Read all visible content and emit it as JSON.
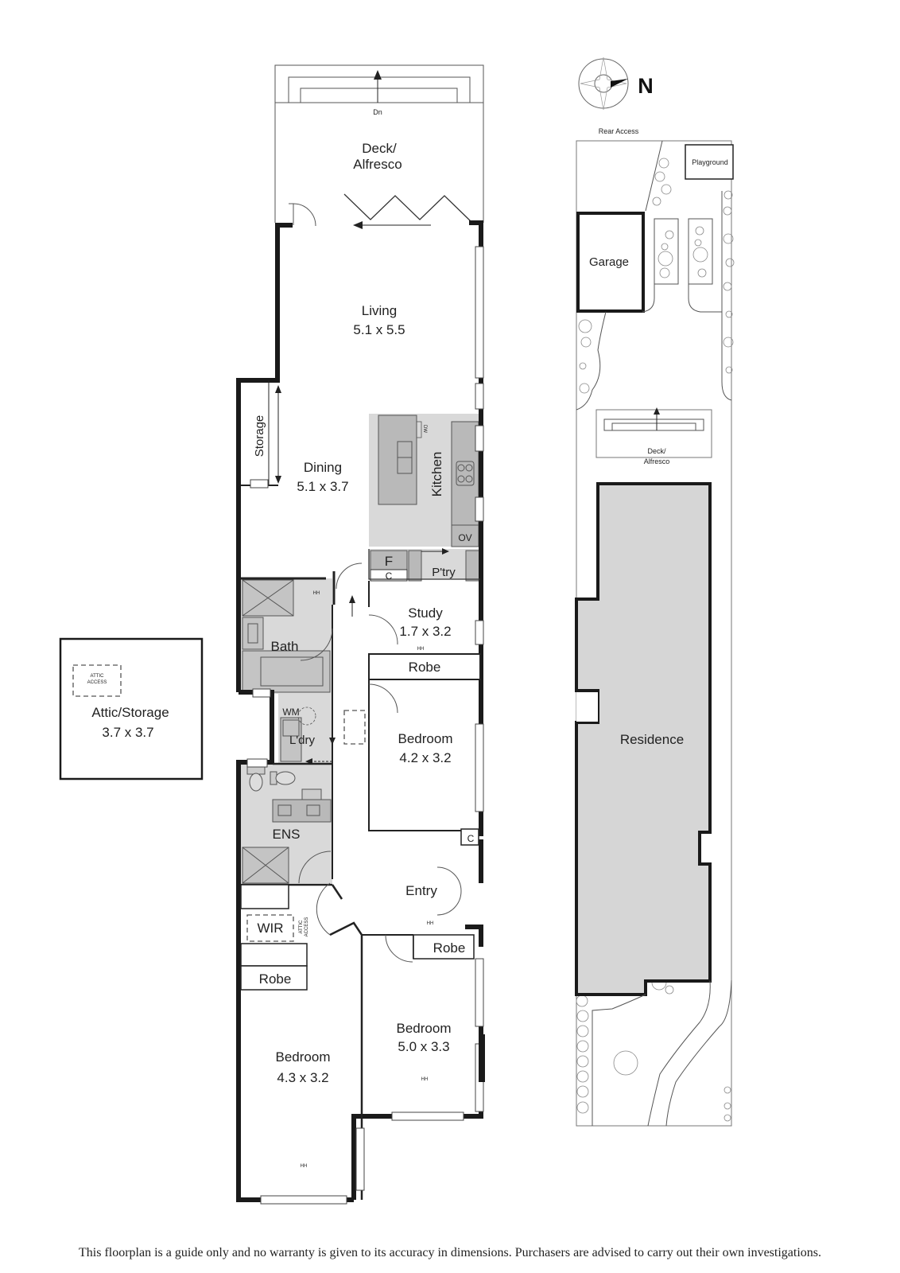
{
  "floorplan": {
    "rooms": [
      {
        "id": "deck",
        "name": "Deck/",
        "name2": "Alfresco",
        "dims": ""
      },
      {
        "id": "living",
        "name": "Living",
        "dims": "5.1 x 5.5"
      },
      {
        "id": "storage",
        "name": "Storage",
        "dims": ""
      },
      {
        "id": "dining",
        "name": "Dining",
        "dims": "5.1 x 3.7"
      },
      {
        "id": "kitchen",
        "name": "Kitchen",
        "dims": ""
      },
      {
        "id": "pantry",
        "name": "P'try",
        "dims": ""
      },
      {
        "id": "fridge",
        "name": "F",
        "dims": ""
      },
      {
        "id": "cupboard1",
        "name": "C",
        "dims": ""
      },
      {
        "id": "oven",
        "name": "OV",
        "dims": ""
      },
      {
        "id": "dishwasher",
        "name": "DW",
        "dims": ""
      },
      {
        "id": "study",
        "name": "Study",
        "dims": "1.7 x 3.2"
      },
      {
        "id": "bath",
        "name": "Bath",
        "dims": ""
      },
      {
        "id": "robe1",
        "name": "Robe",
        "dims": ""
      },
      {
        "id": "bedroom1",
        "name": "Bedroom",
        "dims": "4.2 x 3.2"
      },
      {
        "id": "laundry",
        "name": "L'dry",
        "dims": ""
      },
      {
        "id": "wm",
        "name": "WM",
        "dims": ""
      },
      {
        "id": "ens",
        "name": "ENS",
        "dims": ""
      },
      {
        "id": "cupboard2",
        "name": "C",
        "dims": ""
      },
      {
        "id": "entry",
        "name": "Entry",
        "dims": ""
      },
      {
        "id": "wir",
        "name": "WIR",
        "dims": ""
      },
      {
        "id": "robe2",
        "name": "Robe",
        "dims": ""
      },
      {
        "id": "robe3",
        "name": "Robe",
        "dims": ""
      },
      {
        "id": "bedroom2",
        "name": "Bedroom",
        "dims": "5.0 x 3.3"
      },
      {
        "id": "bedroom3",
        "name": "Bedroom",
        "dims": "4.3 x 3.2"
      }
    ],
    "stair_label": "Dn",
    "heater_label": "HH",
    "attic_access_label_1": "ATTIC",
    "attic_access_label_2": "ACCESS"
  },
  "attic": {
    "name": "Attic/Storage",
    "dims": "3.7 x 3.7",
    "access_1": "ATTIC",
    "access_2": "ACCESS"
  },
  "siteplan": {
    "compass_label": "N",
    "rear_access": "Rear Access",
    "playground": "Playground",
    "garage": "Garage",
    "deck_1": "Deck/",
    "deck_2": "Alfresco",
    "residence": "Residence"
  },
  "footer": {
    "disclaimer": "This floorplan is a guide only and no warranty is given to its accuracy in dimensions. Purchasers are advised to carry out their own investigations."
  },
  "colors": {
    "wall": "#1a1a1a",
    "wet_area_fill": "#d9d9d9",
    "bench_fill": "#b9b9b9",
    "residence_fill": "#d6d6d6",
    "background": "#ffffff"
  }
}
